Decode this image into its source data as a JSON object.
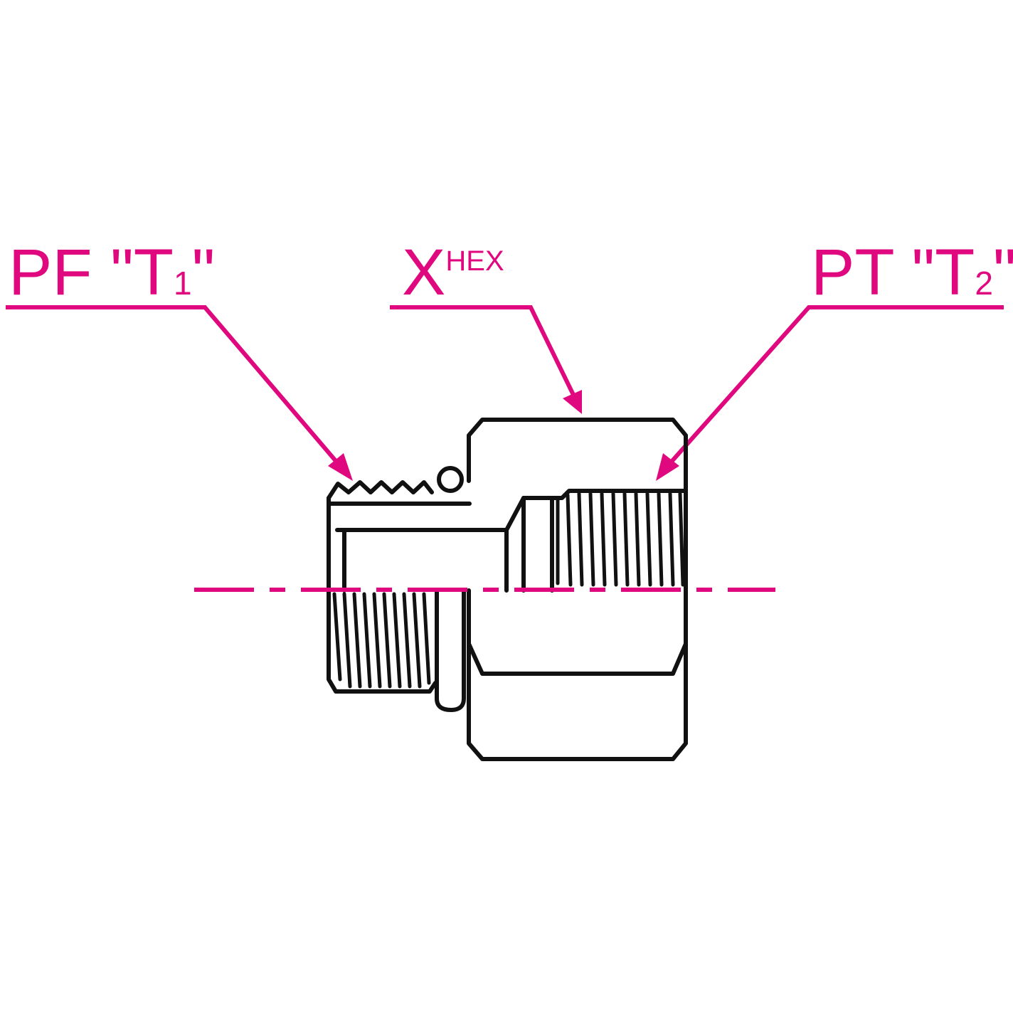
{
  "colors": {
    "annotation": "#e0087e",
    "outline": "#111111",
    "background": "#ffffff"
  },
  "labels": {
    "left_thread": {
      "main": "PF \"T",
      "sub": "1",
      "close": "\""
    },
    "hex": {
      "main": "X",
      "sup": "HEX"
    },
    "right_thread": {
      "main": "PT \"T",
      "sub": "2",
      "close": "\""
    }
  }
}
